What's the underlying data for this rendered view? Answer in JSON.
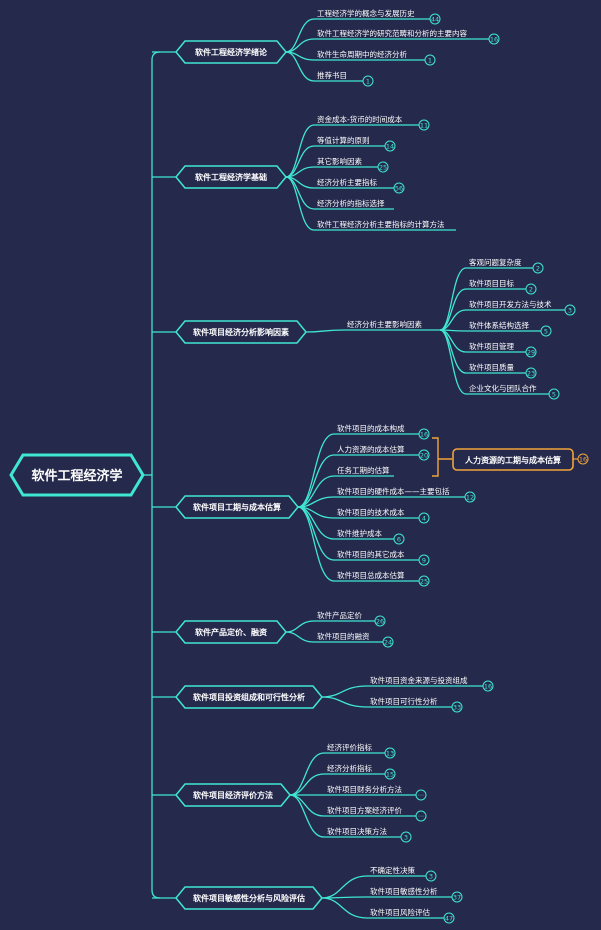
{
  "root": "软件工程经济学",
  "branches": [
    {
      "label": "软件工程经济学绪论",
      "children": [
        {
          "label": "工程经济学的概念与发展历史",
          "count": "44"
        },
        {
          "label": "软件工程经济学的研究范畴和分析的主要内容",
          "count": "16"
        },
        {
          "label": "软件生命周期中的经济分析",
          "count": "1"
        },
        {
          "label": "推荐书目",
          "count": "1"
        }
      ]
    },
    {
      "label": "软件工程经济学基础",
      "children": [
        {
          "label": "资金成本-货币的时间成本",
          "count": "11"
        },
        {
          "label": "等值计算的原则",
          "count": "14"
        },
        {
          "label": "其它影响因素",
          "count": "25"
        },
        {
          "label": "经济分析主要指标",
          "count": "56"
        },
        {
          "label": "经济分析的指标选择",
          "count": ""
        },
        {
          "label": "软件工程经济分析主要指标的计算方法",
          "count": ""
        }
      ]
    },
    {
      "label": "软件项目经济分析影响因素",
      "sub": {
        "label": "经济分析主要影响因素",
        "children": [
          {
            "label": "客观问题复杂度",
            "count": "2"
          },
          {
            "label": "软件项目目标",
            "count": "2"
          },
          {
            "label": "软件项目开发方法与技术",
            "count": "3"
          },
          {
            "label": "软件体系结构选择",
            "count": "5"
          },
          {
            "label": "软件项目管理",
            "count": "29"
          },
          {
            "label": "软件项目质量",
            "count": "23"
          },
          {
            "label": "企业文化与团队合作",
            "count": "5"
          }
        ]
      }
    },
    {
      "label": "软件项目工期与成本估算",
      "children": [
        {
          "label": "软件项目的成本构成",
          "count": "16"
        },
        {
          "label": "人力资源的成本估算",
          "count": "20"
        },
        {
          "label": "任务工期的估算",
          "count": ""
        },
        {
          "label": "软件项目的硬件成本——主要包括",
          "count": "12"
        },
        {
          "label": "软件项目的技术成本",
          "count": "4"
        },
        {
          "label": "软件维护成本",
          "count": "6"
        },
        {
          "label": "软件项目的其它成本",
          "count": "9"
        },
        {
          "label": "软件项目总成本估算",
          "count": "25"
        }
      ],
      "summary": {
        "label": "人力资源的工期与成本估算",
        "count": "16"
      }
    },
    {
      "label": "软件产品定价、融资",
      "children": [
        {
          "label": "软件产品定价",
          "count": "26"
        },
        {
          "label": "软件项目的融资",
          "count": "24"
        }
      ]
    },
    {
      "label": "软件项目投资组成和可行性分析",
      "children": [
        {
          "label": "软件项目资金来源与投资组成",
          "count": "16"
        },
        {
          "label": "软件项目可行性分析",
          "count": "33"
        }
      ]
    },
    {
      "label": "软件项目经济评价方法",
      "children": [
        {
          "label": "经济评价指标",
          "count": "13"
        },
        {
          "label": "经济分析指标",
          "count": "15"
        },
        {
          "label": "软件项目财务分析方法",
          "count": "···"
        },
        {
          "label": "软件项目方案经济评价",
          "count": "···"
        },
        {
          "label": "软件项目决策方法",
          "count": "3"
        }
      ]
    },
    {
      "label": "软件项目敏感性分析与风险评估",
      "children": [
        {
          "label": "不确定性决策",
          "count": "3"
        },
        {
          "label": "软件项目敏感性分析",
          "count": "37"
        },
        {
          "label": "软件项目风险评估",
          "count": "47"
        }
      ]
    }
  ],
  "colors": {
    "background": "#25294c",
    "accent": "#3fe7d2",
    "summary": "#f0a43a",
    "text": "#ffffff"
  }
}
